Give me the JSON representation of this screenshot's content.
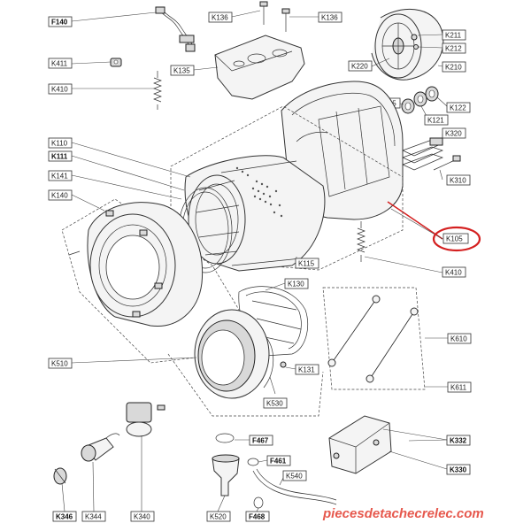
{
  "labels": {
    "F140": "F140",
    "K136a": "K136",
    "K136b": "K136",
    "K411": "K411",
    "K410a": "K410",
    "K135": "K135",
    "K220": "K220",
    "K211": "K211",
    "K212": "K212",
    "K210": "K210",
    "K125": "K125",
    "K122": "K122",
    "K121": "K121",
    "K320": "K320",
    "K110": "K110",
    "K111": "K111",
    "K141": "K141",
    "K140": "K140",
    "K310": "K310",
    "K105": "K105",
    "K115": "K115",
    "K410b": "K410",
    "K130": "K130",
    "K610": "K610",
    "K510": "K510",
    "K131": "K131",
    "K611": "K611",
    "K530": "K530",
    "F467": "F467",
    "K332": "K332",
    "F461": "F461",
    "K540": "K540",
    "K330": "K330",
    "K346": "K346",
    "K344": "K344",
    "K340": "K340",
    "K520": "K520",
    "F468": "F468"
  },
  "watermark": "piecesdetachecrelec.com",
  "highlight_color": "#d42020"
}
